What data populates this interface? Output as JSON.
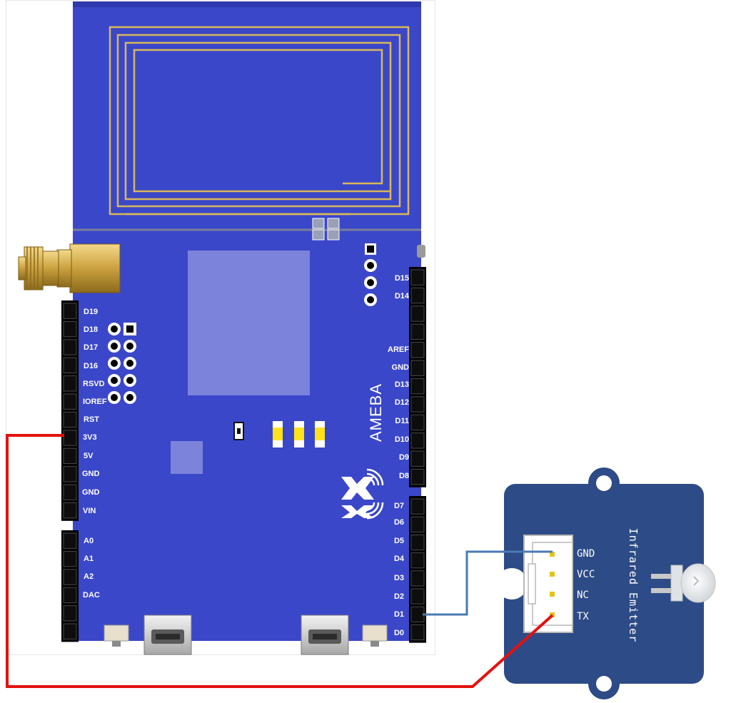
{
  "board": {
    "brand": "AMEBA",
    "left_header_labels": [
      "D19",
      "D18",
      "D17",
      "D16",
      "RSVD",
      "IOREF",
      "RST",
      "3V3",
      "5V",
      "GND",
      "GND",
      "VIN"
    ],
    "analog_labels": [
      "A0",
      "A1",
      "A2",
      "DAC"
    ],
    "right_upper_labels": [
      "D15",
      "D14",
      "AREF",
      "GND",
      "D13",
      "D12",
      "D11",
      "D10",
      "D9",
      "D8"
    ],
    "right_lower_labels": [
      "D7",
      "D6",
      "D5",
      "D4",
      "D3",
      "D2",
      "D1",
      "D0"
    ]
  },
  "module": {
    "title": "Infrared Emitter",
    "pins": [
      "GND",
      "VCC",
      "NC",
      "TX"
    ]
  },
  "colors": {
    "board_blue": "#3b47c9",
    "module_blue": "#2d4b86",
    "antenna_gold": "#d8b75a",
    "wire_red": "#e3120f",
    "wire_blue": "#4a7ab3"
  }
}
